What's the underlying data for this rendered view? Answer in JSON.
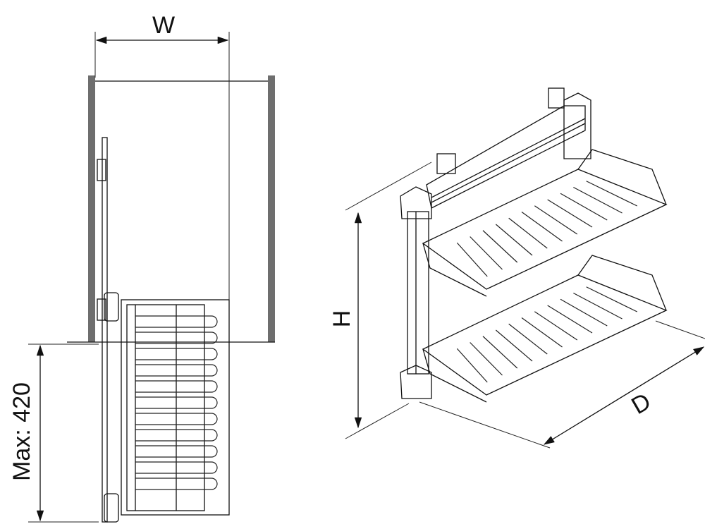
{
  "dimensions": {
    "width_label": "W",
    "height_label": "H",
    "depth_label": "D",
    "max_extension_label": "Max: 420"
  },
  "colors": {
    "line": "#111111",
    "wall": "#6e6e6e"
  }
}
